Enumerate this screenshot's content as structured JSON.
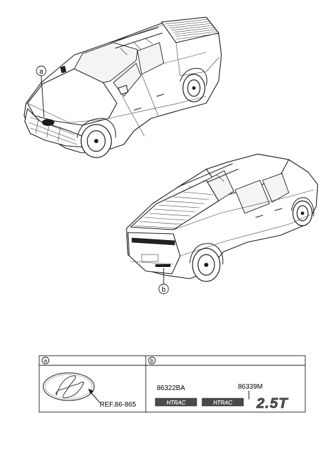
{
  "callouts": {
    "front": "a",
    "rear": "b"
  },
  "legend": {
    "col_a": {
      "marker": "a",
      "ref": "REF.86-865"
    },
    "col_b": {
      "marker": "b",
      "part_1": {
        "number": "86322BA",
        "emblem": "HTRAC"
      },
      "part_2": {
        "number": "86339M",
        "emblem": "HTRAC",
        "badge": "2.5T"
      }
    }
  }
}
